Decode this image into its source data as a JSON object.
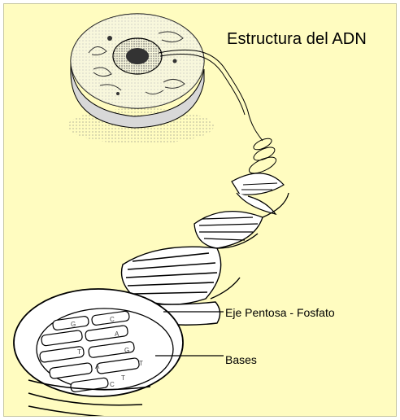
{
  "title": "Estructura del ADN",
  "labels": {
    "backbone": "Eje Pentosa - Fosfato",
    "bases": "Bases"
  },
  "base_letters": [
    "G",
    "C",
    "A",
    "T",
    "A",
    "G",
    "T",
    "T",
    "C"
  ],
  "colors": {
    "background": "#fffcc0",
    "ink": "#000000",
    "shade": "#888888"
  }
}
